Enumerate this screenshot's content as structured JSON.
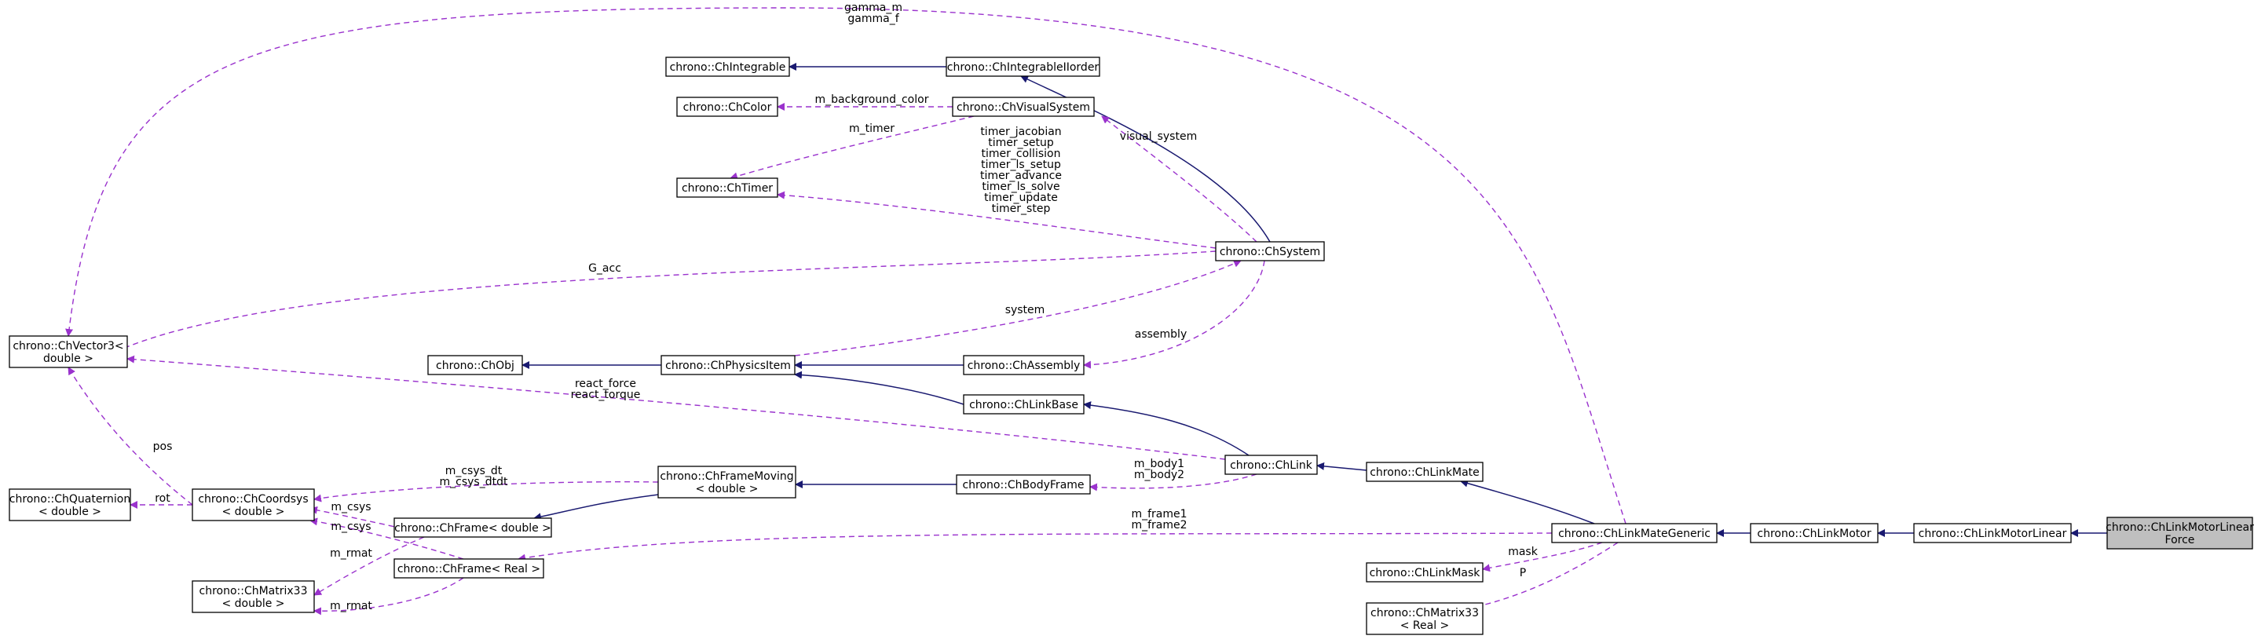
{
  "nodes": {
    "vector3": [
      "chrono::ChVector3<",
      "double >"
    ],
    "quaternion": [
      "chrono::ChQuaternion",
      "< double >"
    ],
    "coordsys": [
      "chrono::ChCoordsys",
      "< double >"
    ],
    "matrix33d": [
      "chrono::ChMatrix33",
      "< double >"
    ],
    "frame_double": [
      "chrono::ChFrame< double >"
    ],
    "frame_real": [
      "chrono::ChFrame< Real >"
    ],
    "framemoving": [
      "chrono::ChFrameMoving",
      "< double >"
    ],
    "obj": [
      "chrono::ChObj"
    ],
    "physicsitem": [
      "chrono::ChPhysicsItem"
    ],
    "integrable": [
      "chrono::ChIntegrable"
    ],
    "integrable1": [
      "chrono::ChIntegrableIIorder"
    ],
    "color": [
      "chrono::ChColor"
    ],
    "visualsystem": [
      "chrono::ChVisualSystem"
    ],
    "timer": [
      "chrono::ChTimer"
    ],
    "system": [
      "chrono::ChSystem"
    ],
    "assembly": [
      "chrono::ChAssembly"
    ],
    "linkbase": [
      "chrono::ChLinkBase"
    ],
    "bodyframe": [
      "chrono::ChBodyFrame"
    ],
    "link": [
      "chrono::ChLink"
    ],
    "linkmate": [
      "chrono::ChLinkMate"
    ],
    "linkmategeneric": [
      "chrono::ChLinkMateGeneric"
    ],
    "linkmask": [
      "chrono::ChLinkMask"
    ],
    "matrix33r": [
      "chrono::ChMatrix33",
      "< Real >"
    ],
    "linkmotor": [
      "chrono::ChLinkMotor"
    ],
    "linkmotorlinear": [
      "chrono::ChLinkMotorLinear"
    ],
    "focus": [
      "chrono::ChLinkMotorLinear",
      "Force"
    ]
  },
  "edge_labels": {
    "gamma": [
      "gamma_m",
      "gamma_f"
    ],
    "background": [
      "m_background_color"
    ],
    "timer": [
      "m_timer"
    ],
    "timers": [
      "timer_jacobian",
      "timer_setup",
      "timer_collision",
      "timer_ls_setup",
      "timer_advance",
      "timer_ls_solve",
      "timer_update",
      "timer_step"
    ],
    "visual_system": [
      "visual_system"
    ],
    "g_acc": [
      "G_acc"
    ],
    "system": [
      "system"
    ],
    "assembly": [
      "assembly"
    ],
    "react": [
      "react_force",
      "react_torque"
    ],
    "pos": [
      "pos"
    ],
    "rot": [
      "rot"
    ],
    "csys_dt": [
      "m_csys_dt",
      "m_csys_dtdt"
    ],
    "csys1": [
      "m_csys"
    ],
    "csys2": [
      "m_csys"
    ],
    "rmat1": [
      "m_rmat"
    ],
    "rmat2": [
      "m_rmat"
    ],
    "body": [
      "m_body1",
      "m_body2"
    ],
    "frames": [
      "m_frame1",
      "m_frame2"
    ],
    "mask": [
      "mask"
    ],
    "p": [
      "P"
    ]
  },
  "colors": {
    "inheritance": "#191970",
    "usage": "#9a32cd",
    "focus_fill": "#bfbfbf"
  }
}
